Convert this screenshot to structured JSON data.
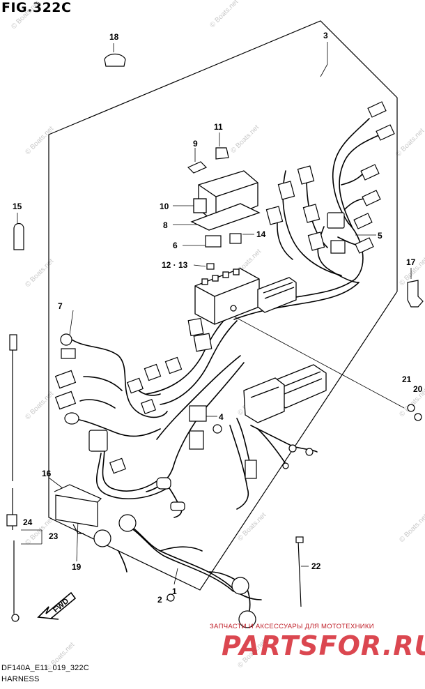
{
  "figure": {
    "title": "FIG.322C"
  },
  "footer": {
    "model_code": "DF140A_E11_019_322C",
    "section_name": "HARNESS"
  },
  "watermark": {
    "text": "© Boats.net"
  },
  "dealer": {
    "line1": "ЗАПЧАСТИ И АКСЕССУАРЫ ДЛЯ МОТОТЕХНИКИ",
    "logo": "PARTSFOR.RU"
  },
  "fwd_arrow": {
    "label": "FWD"
  },
  "callouts": {
    "c1": "1",
    "c2": "2",
    "c3": "3",
    "c4": "4",
    "c5": "5",
    "c6": "6",
    "c7": "7",
    "c8": "8",
    "c9": "9",
    "c10": "10",
    "c11": "11",
    "c12_13": "12 · 13",
    "c14": "14",
    "c15": "15",
    "c16": "16",
    "c17": "17",
    "c18": "18",
    "c19": "19",
    "c20": "20",
    "c21": "21",
    "c22": "22",
    "c23": "23",
    "c24": "24"
  }
}
